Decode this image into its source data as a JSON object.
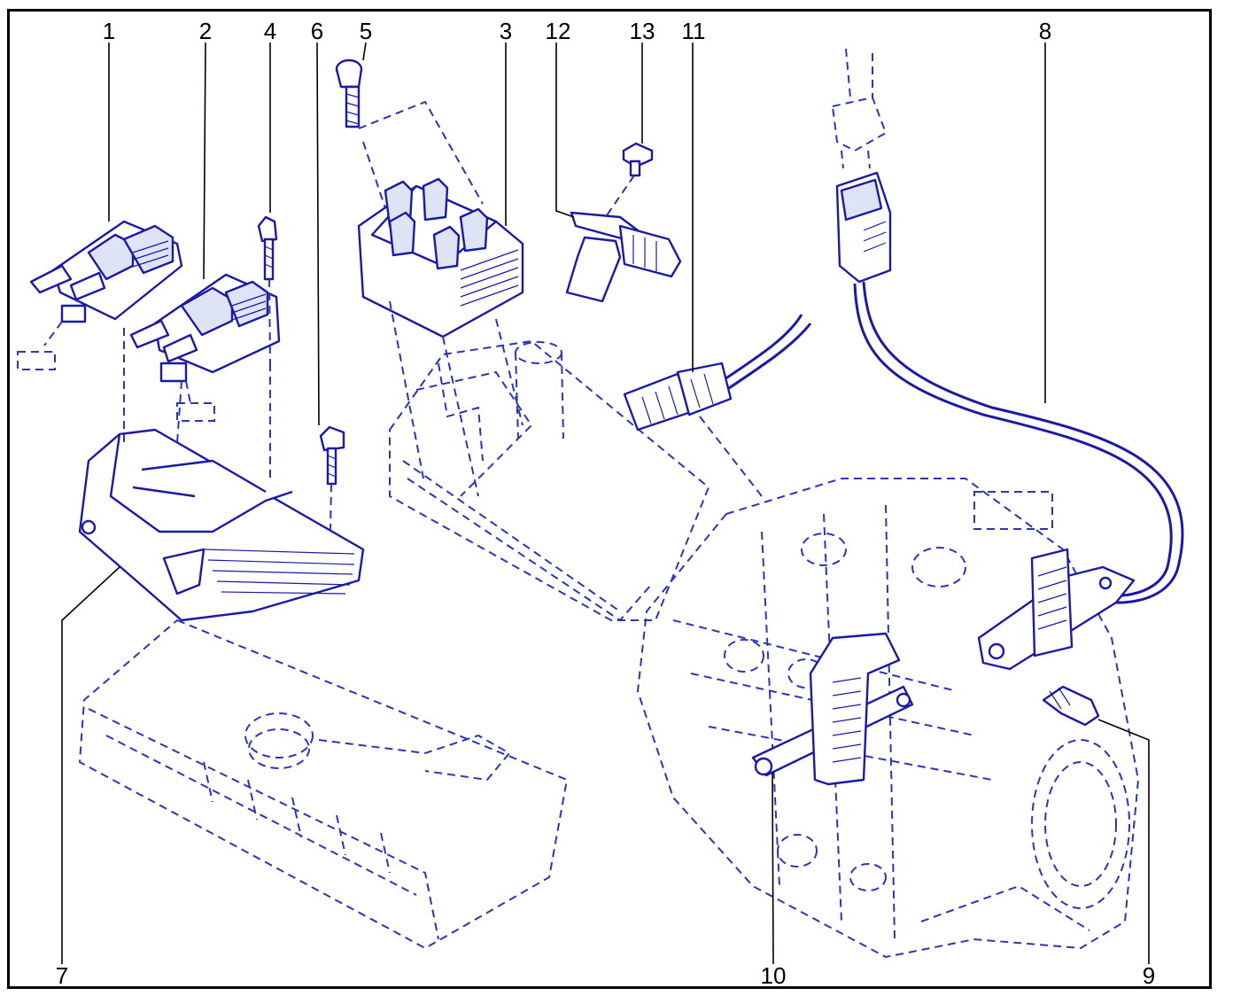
{
  "callouts": [
    "1",
    "2",
    "4",
    "6",
    "5",
    "3",
    "12",
    "13",
    "11",
    "8",
    "7",
    "10",
    "9"
  ],
  "colors": {
    "line": "#1a1aa6",
    "frame": "#000000",
    "background": "#ffffff"
  }
}
